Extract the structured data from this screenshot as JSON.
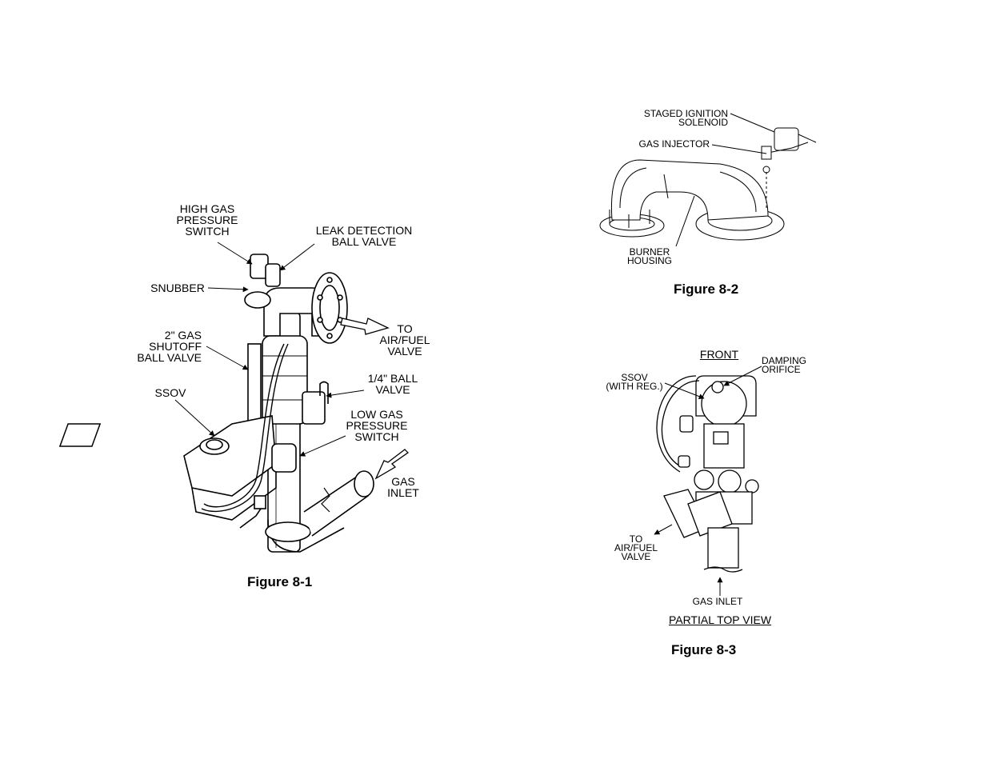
{
  "figure1": {
    "caption": "Figure 8-1",
    "labels": {
      "high_gas_pressure_switch": "HIGH GAS\nPRESSURE\nSWITCH",
      "leak_detection_ball_valve": "LEAK DETECTION\nBALL VALVE",
      "snubber": "SNUBBER",
      "to_air_fuel_valve": "TO\nAIR/FUEL\nVALVE",
      "gas_shutoff_ball_valve": "2\" GAS\nSHUTOFF\nBALL VALVE",
      "quarter_inch_ball_valve": "1/4\" BALL\nVALVE",
      "ssov": "SSOV",
      "low_gas_pressure_switch": "LOW GAS\nPRESSURE\nSWITCH",
      "gas_inlet": "GAS\nINLET"
    }
  },
  "figure2": {
    "caption": "Figure 8-2",
    "labels": {
      "staged_ignition_solenoid": "STAGED IGNITION\nSOLENOID",
      "gas_injector": "GAS INJECTOR",
      "burner_housing": "BURNER\nHOUSING"
    }
  },
  "figure3": {
    "caption": "Figure 8-3",
    "labels": {
      "front": "FRONT",
      "damping_orifice": "DAMPING\nORIFICE",
      "ssov_with_reg": "SSOV\n(WITH REG.)",
      "to_air_fuel_valve": "TO\nAIR/FUEL\nVALVE",
      "gas_inlet": "GAS INLET",
      "partial_top_view": "PARTIAL TOP VIEW"
    }
  }
}
